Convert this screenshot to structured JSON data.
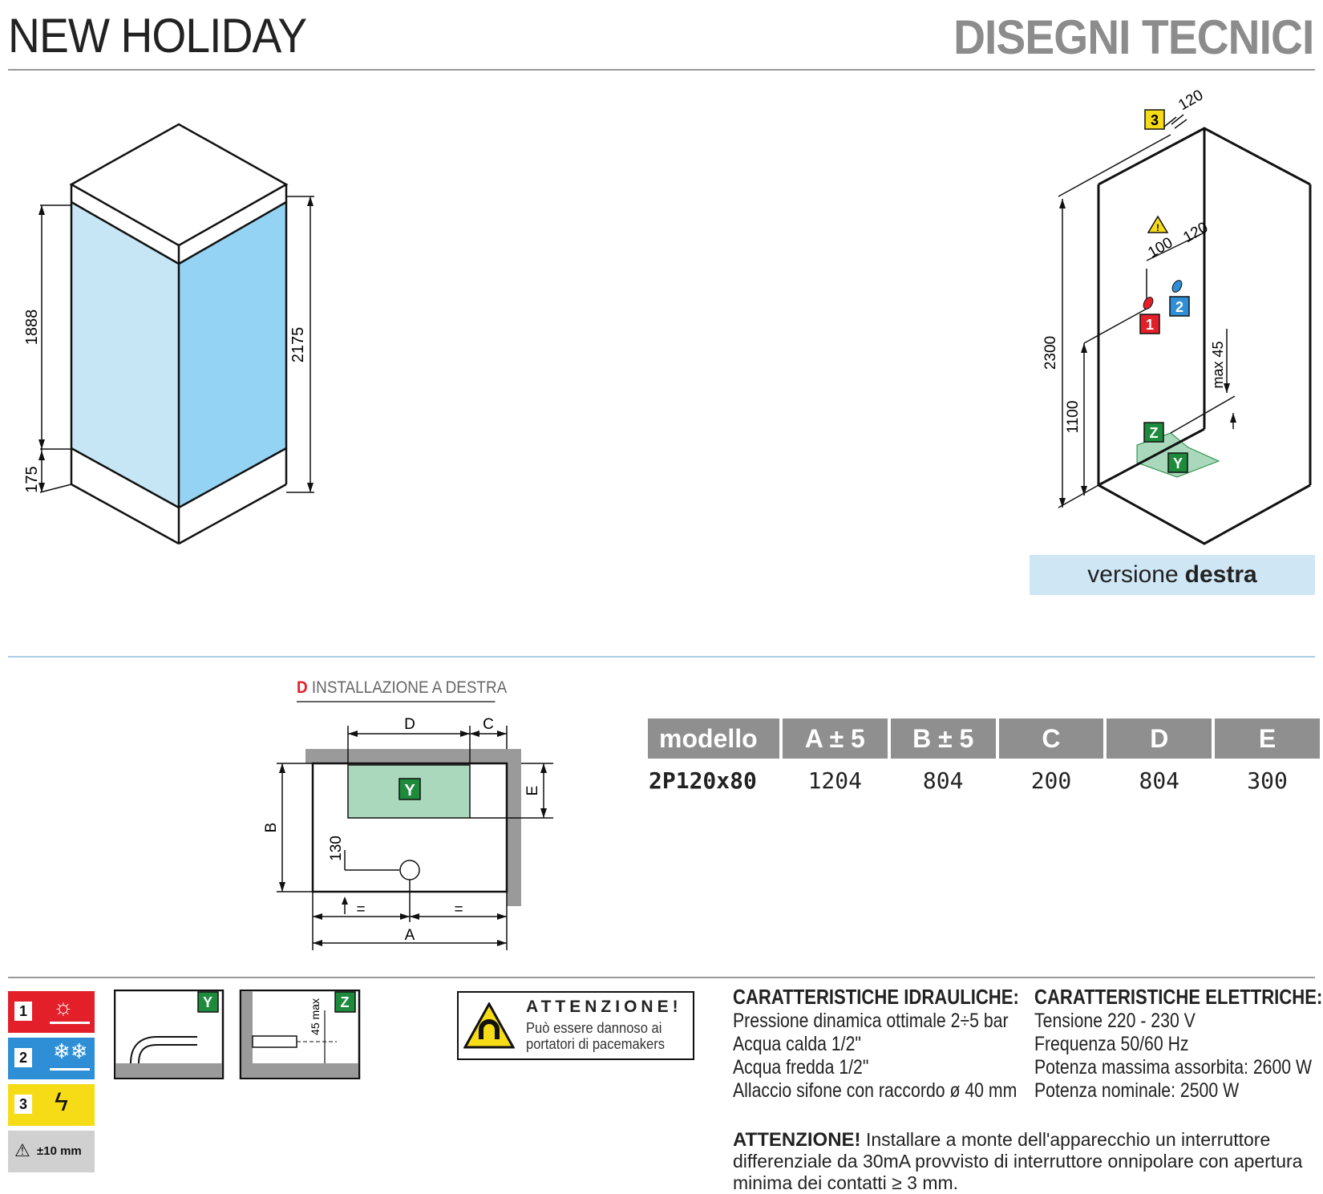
{
  "header": {
    "title": "NEW HOLIDAY",
    "section": "DISEGNI TECNICI"
  },
  "iso_left": {
    "dims": [
      "1888",
      "175",
      "2175"
    ]
  },
  "iso_right": {
    "dims": [
      "120",
      "2300",
      "100",
      "120",
      "1100",
      "max 45"
    ],
    "markers": [
      "3",
      "1",
      "2",
      "Z",
      "Y"
    ]
  },
  "version": {
    "label": "versione",
    "side": "destra"
  },
  "plan": {
    "heading_letter": "D",
    "heading_text": "INSTALLAZIONE A DESTRA",
    "labels": [
      "D",
      "C",
      "E",
      "B",
      "130",
      "=",
      "=",
      "A",
      "Y"
    ]
  },
  "table": {
    "headers": [
      "modello",
      "A ± 5",
      "B ± 5",
      "C",
      "D",
      "E"
    ],
    "rows": [
      [
        "2P120x80",
        "1204",
        "804",
        "200",
        "804",
        "300"
      ]
    ]
  },
  "legend": [
    {
      "num": "1",
      "color": "#e3202a",
      "icon": "sun-water-icon"
    },
    {
      "num": "2",
      "color": "#2e8fd6",
      "icon": "snowflake-water-icon"
    },
    {
      "num": "3",
      "color": "#f6dc16",
      "icon": "plug-lightning-icon"
    },
    {
      "num": "",
      "color": "#d0d0d0",
      "icon": "warning-icon",
      "text": "±10 mm"
    }
  ],
  "details": {
    "y_marker": "Y",
    "z_marker": "Z",
    "z_dim": "45 max"
  },
  "warning": {
    "title": "ATTENZIONE!",
    "text_lines": [
      "Può essere dannoso ai",
      "portatori di pacemakers"
    ]
  },
  "hydraulic": {
    "title": "CARATTERISTICHE IDRAULICHE:",
    "lines": [
      "Pressione dinamica ottimale 2÷5 bar",
      "Acqua calda 1/2\"",
      "Acqua fredda 1/2\"",
      "Allaccio sifone con raccordo ø 40 mm"
    ]
  },
  "electric": {
    "title": "CARATTERISTICHE ELETTRICHE:",
    "lines": [
      "Tensione 220 - 230 V",
      "Frequenza 50/60 Hz",
      "Potenza massima assorbita: 2600 W",
      "Potenza nominale: 2500 W"
    ]
  },
  "note": {
    "label": "ATTENZIONE!",
    "text": "Installare a monte dell'apparecchio un interruttore differenziale da 30mA provvisto di interruttore onnipolare con apertura minima dei contatti ≥ 3 mm."
  },
  "colors": {
    "glass_left": "#c6e6f6",
    "glass_right": "#94d3f3",
    "green": "#1e8a3c",
    "green_fill": "#a9d8bd",
    "gray_rule": "#9a9a9a",
    "blue_rule": "#a9cfe6"
  }
}
